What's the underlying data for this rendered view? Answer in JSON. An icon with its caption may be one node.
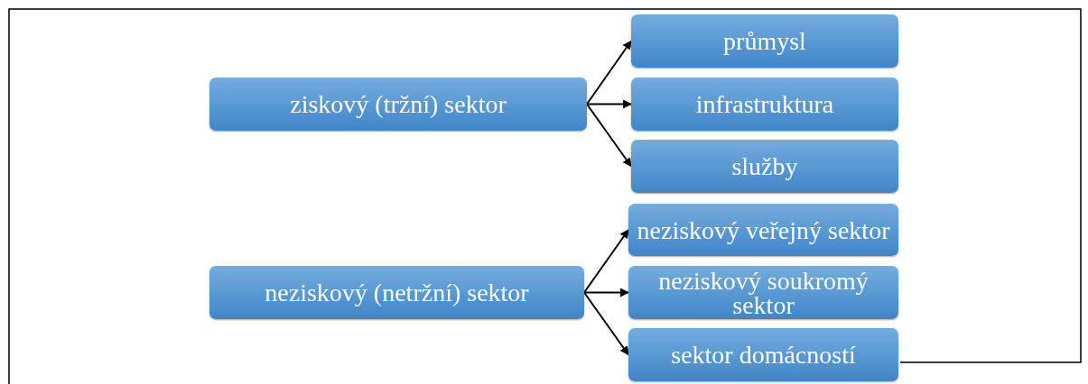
{
  "diagram": {
    "nodes": [
      {
        "text": [
          "ziskový (tržní) sektor"
        ]
      },
      {
        "text": [
          "průmysl"
        ]
      },
      {
        "text": [
          "infrastruktura"
        ]
      },
      {
        "text": [
          "služby"
        ]
      },
      {
        "text": [
          "neziskový (netržní) sektor"
        ]
      },
      {
        "text": [
          "neziskový veřejný sektor"
        ]
      },
      {
        "text": [
          "neziskový soukromý sektor"
        ]
      },
      {
        "text": [
          "sektor domácností"
        ]
      }
    ],
    "edges": [
      {
        "from": 0,
        "to": 1,
        "arrow": "to"
      },
      {
        "from": 0,
        "to": 2,
        "arrow": "to"
      },
      {
        "from": 0,
        "to": 3,
        "arrow": "to"
      },
      {
        "from": 4,
        "to": 5,
        "arrow": "to"
      },
      {
        "from": 4,
        "to": 6,
        "arrow": "to"
      },
      {
        "from": 4,
        "to": 7,
        "arrow": "to"
      }
    ]
  }
}
